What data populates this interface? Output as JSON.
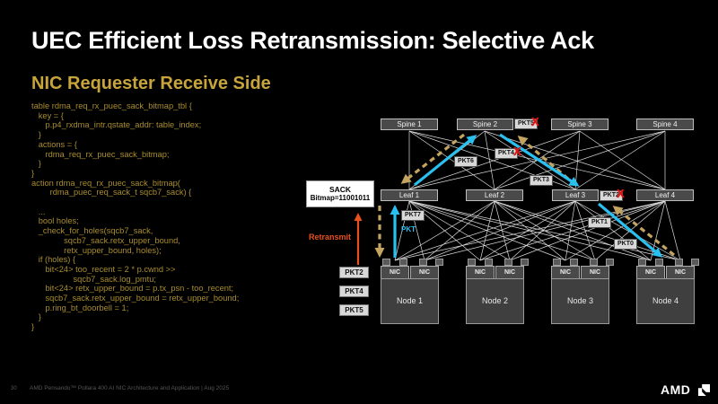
{
  "slide": {
    "title": "UEC Efficient Loss Retransmission: Selective Ack",
    "subtitle": "NIC Requester Receive Side",
    "code": "table rdma_req_rx_puec_sack_bitmap_tbl {\n   key = {\n      p.p4_rxdma_intr.qstate_addr: table_index;\n   }\n   actions = {\n      rdma_req_rx_puec_sack_bitmap;\n   }\n}\naction rdma_req_rx_puec_sack_bitmap(\n        rdma_puec_req_sack_t sqcb7_sack) {\n\n   ...\n   bool holes;\n   _check_for_holes(sqcb7_sack,\n              sqcb7_sack.retx_upper_bound,\n              retx_upper_bound, holes);\n   if (holes) {\n      bit<24> too_recent = 2 * p.cwnd >>\n                  sqcb7_sack.log_pmtu;\n      bit<24> retx_upper_bound = p.tx_psn - too_recent;\n      sqcb7_sack.retx_upper_bound = retx_upper_bound;\n      p.ring_bt_doorbell = 1;\n   }\n}"
  },
  "diagram": {
    "spines": [
      "Spine 1",
      "Spine 2",
      "Spine 3",
      "Spine 4"
    ],
    "leaves": [
      "Leaf 1",
      "Leaf 2",
      "Leaf 3",
      "Leaf 4"
    ],
    "nodes": [
      "Node 1",
      "Node 2",
      "Node 3",
      "Node 4"
    ],
    "nic_label": "NIC",
    "packets": {
      "p0": "PKT0",
      "p1": "PKT1",
      "p2": "PKT2",
      "p3": "PKT3",
      "p4": "PKT4",
      "p5": "PKT5",
      "p6": "PKT6",
      "p7": "PKT7",
      "flow": "PKT"
    },
    "drop_marker": "X",
    "sack": {
      "line1": "SACK",
      "line2": "Bitmap=11001011"
    },
    "retransmit_label": "Retransmit",
    "retransmit_queue": [
      "PKT2",
      "PKT4",
      "PKT5"
    ]
  },
  "footer": {
    "page": "30",
    "text": "AMD Pensando™ Pollara 400 AI NIC Architecture and Application  |  Aug 2025"
  },
  "brand": {
    "name": "AMD"
  },
  "colors": {
    "accent_gold": "#c8a43c",
    "code_gold": "#a98d2e",
    "path_cyan": "#29bfef",
    "path_tan": "#c3a461",
    "retransmit_orange": "#e8501e",
    "drop_red": "#e01010"
  }
}
